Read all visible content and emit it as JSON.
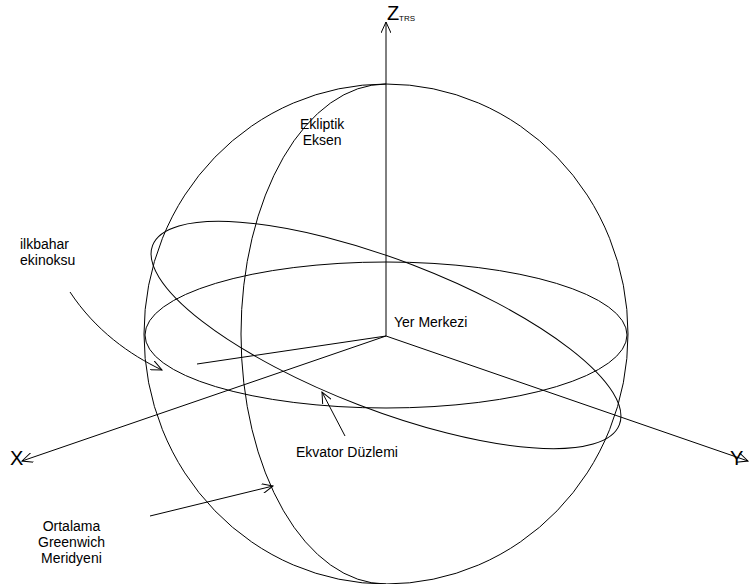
{
  "diagram": {
    "labels": [
      "Z",
      "TRS",
      "Ekliptik Eksen",
      "ilkbahar ekinoksu",
      "Yer Merkezi",
      "X",
      "Y",
      "Ekvator Düzlemi",
      "Ortalama Greenwich Meridyeni"
    ]
  }
}
